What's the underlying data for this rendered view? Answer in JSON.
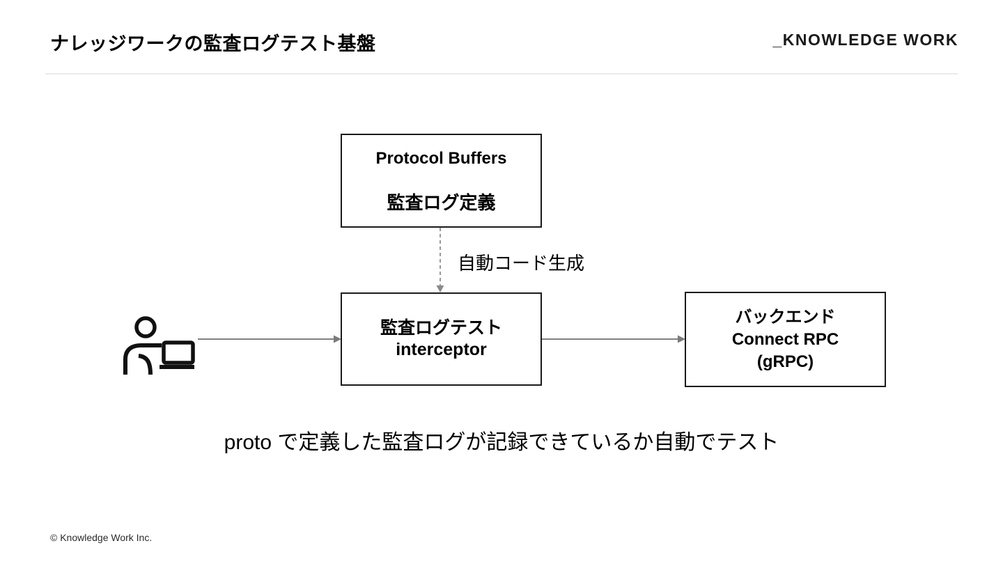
{
  "header": {
    "title": "ナレッジワークの監査ログテスト基盤",
    "logo": "_KNOWLEDGE WORK"
  },
  "diagram": {
    "proto_box": {
      "line1": "Protocol Buffers",
      "line2": "監査ログ定義"
    },
    "codegen_label": "自動コード生成",
    "interceptor_box": {
      "line1": "監査ログテスト",
      "line2": "interceptor"
    },
    "backend_box": {
      "line1": "バックエンド",
      "line2": "Connect RPC",
      "line3": "(gRPC)"
    },
    "icons": {
      "user": "user-at-laptop-icon",
      "flow_left": "arrow-right-icon",
      "flow_right": "arrow-right-icon",
      "codegen": "arrow-down-dashed-icon"
    }
  },
  "caption": "proto で定義した監査ログが記録できているか自動でテスト",
  "footer": {
    "copyright": "© Knowledge Work Inc."
  },
  "colors": {
    "background": "#ffffff",
    "text": "#000000",
    "box_border": "#1a1a1a",
    "solid_arrow": "#808080",
    "dashed_arrow": "#999999",
    "divider": "#ebebeb"
  }
}
